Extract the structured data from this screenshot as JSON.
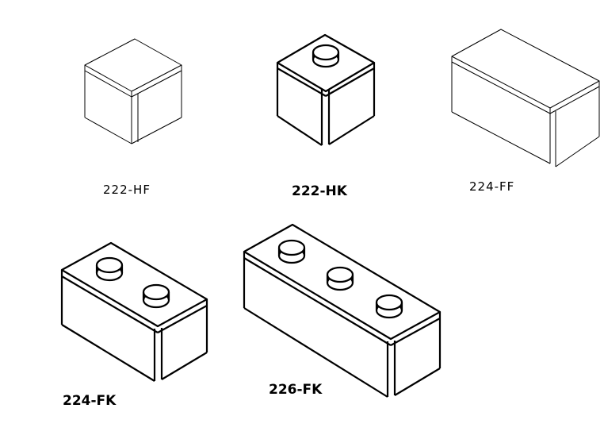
{
  "blocks": [
    {
      "id": "222-HF",
      "label": "222-HF",
      "studs": 0
    },
    {
      "id": "222-HK",
      "label": "222-HK",
      "studs": 1
    },
    {
      "id": "224-FF",
      "label": "224-FF",
      "studs": 0
    },
    {
      "id": "224-FK",
      "label": "224-FK",
      "studs": 2
    },
    {
      "id": "226-FK",
      "label": "226-FK",
      "studs": 3
    }
  ]
}
